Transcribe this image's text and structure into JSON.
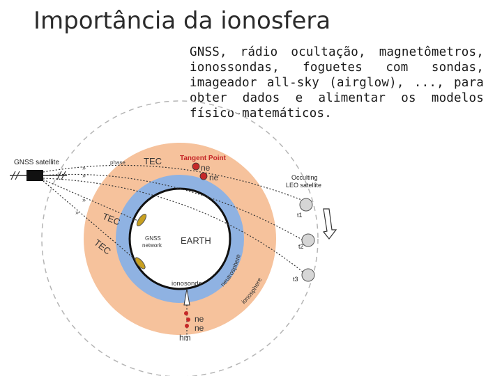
{
  "slide": {
    "title": "Importância da ionosfera",
    "body": "GNSS, rádio ocultação, magnetômetros, ionossondas, foguetes com sondas, imageador all-sky (airglow), ..., para obter dados e alimentar os modelos físico-matemáticos."
  },
  "diagram": {
    "labels": {
      "gnss_satellite": "GNSS satellite",
      "tec_top": "TEC",
      "tangent_point": "Tangent Point",
      "ne_1": "ne",
      "ne_2": "ne",
      "occulting": "Occulting",
      "leo_satellite": "LEO satellite",
      "t1": "t1",
      "t2": "t2",
      "t3": "t3",
      "tec_left_1": "TEC",
      "tec_left_2": "TEC",
      "gnss": "GNSS",
      "network": "network",
      "earth": "EARTH",
      "ionosonde": "ionosonde",
      "neutrosphere": "neutrosphere",
      "ionosphere": "ionosphere",
      "ne_3": "ne",
      "ne_4": "ne",
      "hm": "hm",
      "phase": "phase"
    },
    "colors": {
      "ionosphere": "#f6c29c",
      "neutrosphere": "#8fb2e2",
      "earth": "#ffffff",
      "tangent_point": "#c62828",
      "satellite": "#d6d6d6",
      "arrow": "#ffffff"
    }
  }
}
